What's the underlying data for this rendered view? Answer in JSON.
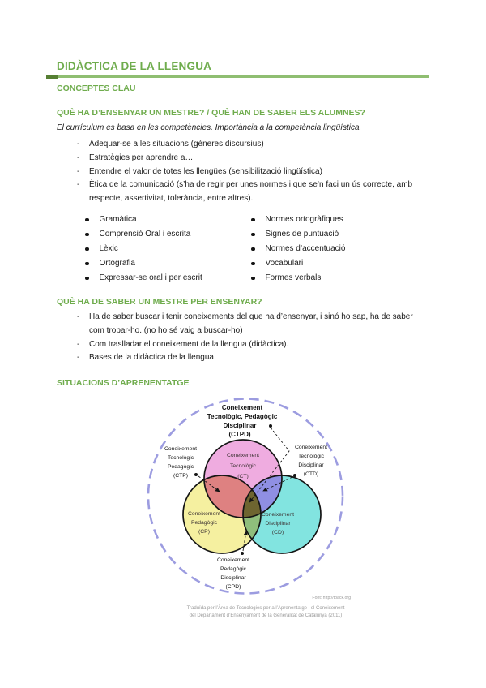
{
  "doc": {
    "title": "DIDÀCTICA DE LA LLENGUA",
    "subtitle": "CONCEPTES CLAU",
    "list_marker": "-",
    "s1": {
      "heading": "QUÈ HA D’ENSENYAR UN MESTRE? / QUÈ HAN DE SABER ELS ALUMNES?",
      "intro": "El currículum es basa en les competències. Importància a la competència lingüística.",
      "items": [
        "Adequar-se a les situacions (gèneres discursius)",
        "Estratègies per aprendre a…",
        "Entendre el valor de totes les llengües (sensibilització lingüística)",
        "Ètica de la comunicació (s’ha de regir per unes normes i que se’n faci un ús correcte, amb respecte, assertivitat, tolerància, entre altres)."
      ],
      "bullets_left": [
        "Gramàtica",
        "Comprensió Oral i escrita",
        "Lèxic",
        "Ortografia",
        "Expressar-se oral i per escrit"
      ],
      "bullets_right": [
        "Normes ortogràfiques",
        "Signes de puntuació",
        "Normes d’accentuació",
        "Vocabulari",
        "Formes verbals"
      ]
    },
    "s2": {
      "heading": "QUÈ HA DE SABER UN MESTRE PER ENSENYAR?",
      "items": [
        "Ha de saber buscar i tenir coneixements del que ha d’ensenyar, i sinó ho sap, ha de saber com trobar-ho. (no ho sé vaig a buscar-ho)",
        "Com traslladar el coneixement de la llengua (didàctica).",
        "Bases de la didàctica de la llengua."
      ]
    },
    "s3": {
      "heading": "SITUACIONS D’APRENENTATGE"
    },
    "diagram": {
      "ctpd": {
        "l1": "Coneixement",
        "l2": "Tecnològic, Pedagògic",
        "l3": "Disciplinar",
        "l4": "(CTPD)"
      },
      "ctp": {
        "l1": "Coneixement",
        "l2": "Tecnològic",
        "l3": "Pedagògic",
        "l4": "(CTP)"
      },
      "ctd": {
        "l1": "Coneixement",
        "l2": "Tecnològic",
        "l3": "Disciplinar",
        "l4": "(CTD)"
      },
      "ct": {
        "l1": "Coneixement",
        "l2": "Tecnològic",
        "l3": "(CT)"
      },
      "cp": {
        "l1": "Coneixement",
        "l2": "Pedagògic",
        "l3": "(CP)"
      },
      "cd": {
        "l1": "Coneixement",
        "l2": "Disciplinar",
        "l3": "(CD)"
      },
      "cpd": {
        "l1": "Coneixement",
        "l2": "Pedagògic",
        "l3": "Disciplinar",
        "l4": "(CPD)"
      },
      "source": "Font: http://tpack.org",
      "caption1": "Traduïda per l’Àrea de Tecnologies per a l’Aprenentatge i el Coneixement",
      "caption2": "del Departament d’Ensenyament de la Generalitat de Catalunya (2011)",
      "colors": {
        "ct_fill": "#eface0",
        "cp_fill": "#f5f0a0",
        "cd_fill": "#82e4e0",
        "ctp_fill": "#de8181",
        "ctd_fill": "#8f8fe3",
        "cpd_fill": "#8fbe7c",
        "ctpd_fill": "#6e6530",
        "outer_dash": "#9c9ce0"
      }
    },
    "colors": {
      "heading_green": "#6fac4d",
      "rule_light": "#8fbe71",
      "rule_dark": "#567f33"
    }
  }
}
